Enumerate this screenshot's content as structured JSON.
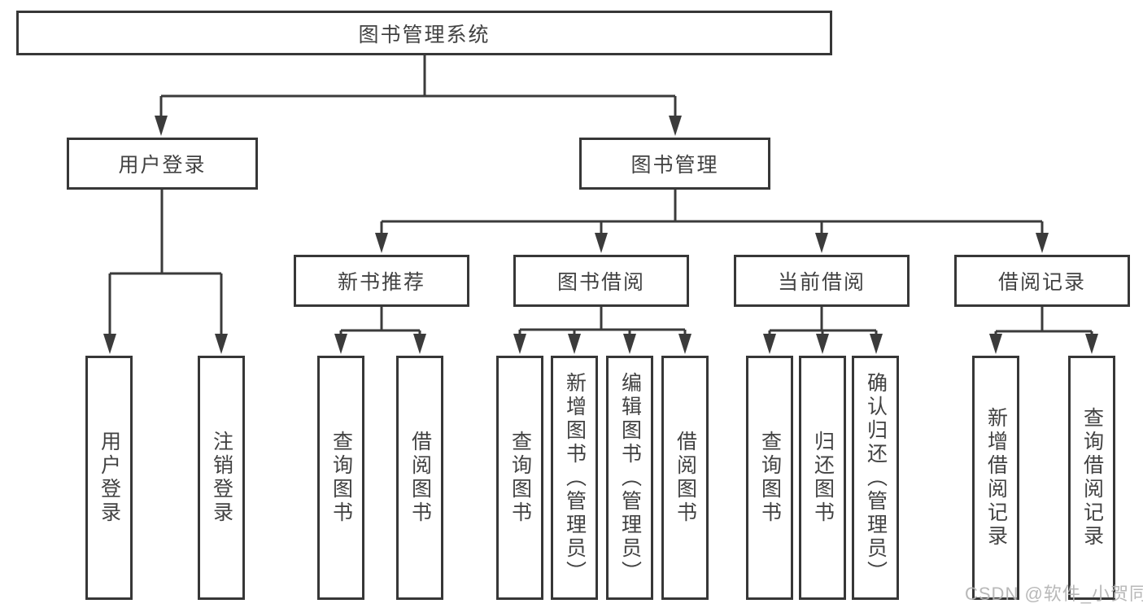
{
  "tree": {
    "label": "图书管理系统",
    "children": [
      {
        "label": "用户登录",
        "children": [
          {
            "label": "用户登录"
          },
          {
            "label": "注销登录"
          }
        ]
      },
      {
        "label": "图书管理",
        "children": [
          {
            "label": "新书推荐",
            "children": [
              {
                "label": "查询图书"
              },
              {
                "label": "借阅图书"
              }
            ]
          },
          {
            "label": "图书借阅",
            "children": [
              {
                "label": "查询图书"
              },
              {
                "label": "新增图书（管理员）"
              },
              {
                "label": "编辑图书（管理员）"
              },
              {
                "label": "借阅图书"
              }
            ]
          },
          {
            "label": "当前借阅",
            "children": [
              {
                "label": "查询图书"
              },
              {
                "label": "归还图书"
              },
              {
                "label": "确认归还（管理员）"
              }
            ]
          },
          {
            "label": "借阅记录",
            "children": [
              {
                "label": "新增借阅记录"
              },
              {
                "label": "查询借阅记录"
              }
            ]
          }
        ]
      }
    ]
  },
  "watermark": {
    "text": "CSDN @软件_小贺同学"
  },
  "colors": {
    "line": "#3b3b3b",
    "box_border": "#373737",
    "text": "#424242",
    "watermark": "#b2b2b2",
    "background": "#ffffff"
  }
}
